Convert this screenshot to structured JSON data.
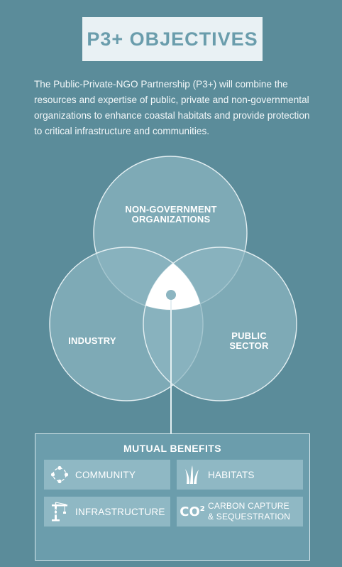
{
  "header": {
    "title": "P3+ OBJECTIVES"
  },
  "intro": "The Public-Private-NGO Partnership (P3+) will combine the resources and expertise of public, private and non-governmental organizations to enhance coastal habitats and provide protection to critical infrastructure and communities.",
  "venn": {
    "top": [
      "NON-GOVERNMENT",
      "ORGANIZATIONS"
    ],
    "left": "INDUSTRY",
    "right": [
      "PUBLIC",
      "SECTOR"
    ]
  },
  "benefits": {
    "title": "MUTUAL BENEFITS",
    "items": [
      {
        "label": "COMMUNITY",
        "icon": "community-icon"
      },
      {
        "label": "HABITATS",
        "icon": "grass-icon"
      },
      {
        "label": "INFRASTRUCTURE",
        "icon": "crane-icon"
      },
      {
        "label_lines": [
          "CARBON CAPTURE",
          "& SEQUESTRATION"
        ],
        "icon": "co2-icon",
        "icon_text": "CO",
        "icon_sup": "2"
      }
    ]
  },
  "colors": {
    "background": "#5b8c9a",
    "circle_fill": "#8cb5c1",
    "title_box": "#e9f1f4",
    "title_text": "#6a9dac",
    "tile": "#8fb8c4"
  }
}
